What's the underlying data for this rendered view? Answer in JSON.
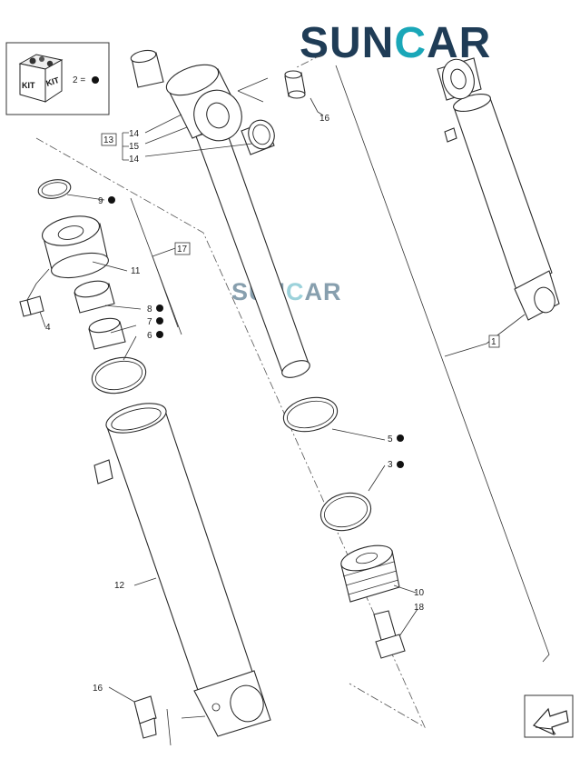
{
  "brand": {
    "name": "SUNCAR",
    "prefix": "SUN",
    "suffix": "AR",
    "primary_color": "#1f3c56",
    "accent_color": "#1aa7b8"
  },
  "kit_box": {
    "kit_word": "KIT",
    "legend": "2 ="
  },
  "labels": {
    "l1": "1",
    "l2": "2",
    "l3": "3",
    "l4": "4",
    "l5": "5",
    "l6": "6",
    "l7": "7",
    "l8": "8",
    "l9": "9",
    "l10": "10",
    "l11": "11",
    "l12": "12",
    "l13": "13",
    "l14a": "14",
    "l14b": "14",
    "l15": "15",
    "l16a": "16",
    "l16b": "16",
    "l17": "17",
    "l18": "18"
  }
}
